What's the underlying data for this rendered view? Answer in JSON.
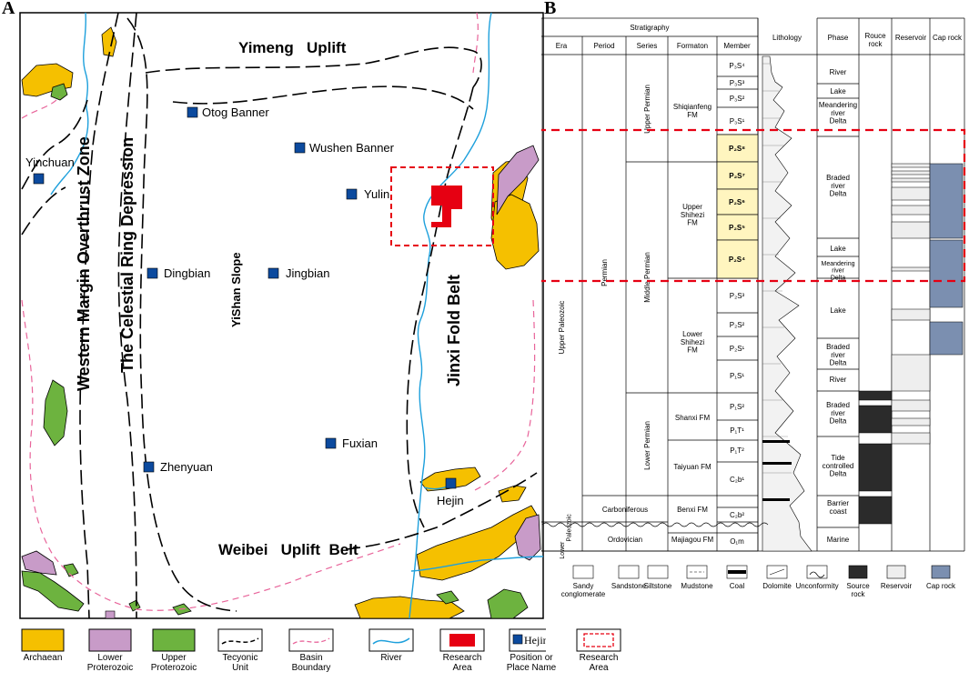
{
  "panel_a": {
    "letter": "A",
    "regions": {
      "yimeng": "Yimeng   Uplift",
      "western_margin": "Western Margin Overthrust Zone",
      "celestial": "The Celestial Ring Depression",
      "yishan": "YiShan Slope",
      "jinxi": "Jinxi Fold Belt",
      "weibei": "Weibei   Uplift  Belt"
    },
    "places": {
      "otog": "Otog Banner",
      "wushen": "Wushen Banner",
      "yinchuan": "Yinchuan",
      "yulin": "Yulin",
      "dingbian": "Dingbian",
      "jingbian": "Jingbian",
      "fuxian": "Fuxian",
      "zhenyuan": "Zhenyuan",
      "hejin": "Hejin"
    },
    "legend": [
      {
        "key": "archaean",
        "label": "Archaean",
        "color": "#f5c000"
      },
      {
        "key": "lower_prot",
        "label": "Lower\nProterozoic",
        "color": "#c89bc8"
      },
      {
        "key": "upper_prot",
        "label": "Upper\nProterozoic",
        "color": "#6db33f"
      },
      {
        "key": "tectonic",
        "label": "Tecyonic\nUnit"
      },
      {
        "key": "basin",
        "label": "Basin\nBoundary"
      },
      {
        "key": "river",
        "label": "River"
      },
      {
        "key": "research",
        "label": "Research\nArea",
        "color": "#e60012"
      },
      {
        "key": "position",
        "label": "Position or\nPlace Name",
        "sample": "Hejin"
      },
      {
        "key": "research_box",
        "label": "Research\nArea"
      }
    ]
  },
  "panel_b": {
    "letter": "B",
    "headers": {
      "stratigraphy": "Stratigraphy",
      "era": "Era",
      "period": "Period",
      "series": "Series",
      "formation": "Formaton",
      "member": "Member",
      "lithology": "Lithology",
      "phase": "Phase",
      "source": "Rouce\nrock",
      "reservoir": "Reservoir",
      "cap": "Cap rock"
    },
    "era": [
      "Upper Paleozoic",
      "Lower\nPaleozoic"
    ],
    "period": [
      "Permian",
      "Carboniferous",
      "Ordovician"
    ],
    "series": [
      "Upper Permian",
      "Middle Permian",
      "Lower Permian"
    ],
    "formations": [
      "Shiqianfeng\nFM",
      "Upper\nShihezi\nFM",
      "Lower\nShihezi\nFM",
      "Shanxi FM",
      "Taiyuan FM",
      "Benxi FM",
      "Majiagou FM"
    ],
    "members": [
      "P₃S⁴",
      "P₃S³",
      "P₃S²",
      "P₃S¹",
      "P₂S⁸",
      "P₂S⁷",
      "P₂S⁶",
      "P₂S⁵",
      "P₂S⁴",
      "P₂S³",
      "P₂S²",
      "P₂S¹",
      "P₁S¹",
      "P₁S²",
      "P₁T¹",
      "P₁T²",
      "C₂b¹",
      "C₂b²",
      "O₁m"
    ],
    "phases": [
      "River",
      "Lake",
      "Meandering\nriver\nDelta",
      "Braded\nriver\nDelta",
      "Lake",
      "Meandering\nriver\nDelta",
      "Lake",
      "Braded\nriver\nDelta",
      "River",
      "Braded\nriver\nDelta",
      "Tide\ncontrolled\nDelta",
      "Barrier\ncoast",
      "Marine"
    ],
    "legend": [
      "Sandy\nconglomerate",
      "Sandstone",
      "Siltstone",
      "Mudstone",
      "Coal",
      "Dolomite",
      "Unconformity",
      "Source\nrock",
      "Reservoir",
      "Cap rock"
    ],
    "colors": {
      "source": "#2b2b2b",
      "reservoir": "#eeeeee",
      "cap": "#7b8fb0",
      "highlight": "#fff5bf",
      "dash": "#e60012"
    }
  }
}
